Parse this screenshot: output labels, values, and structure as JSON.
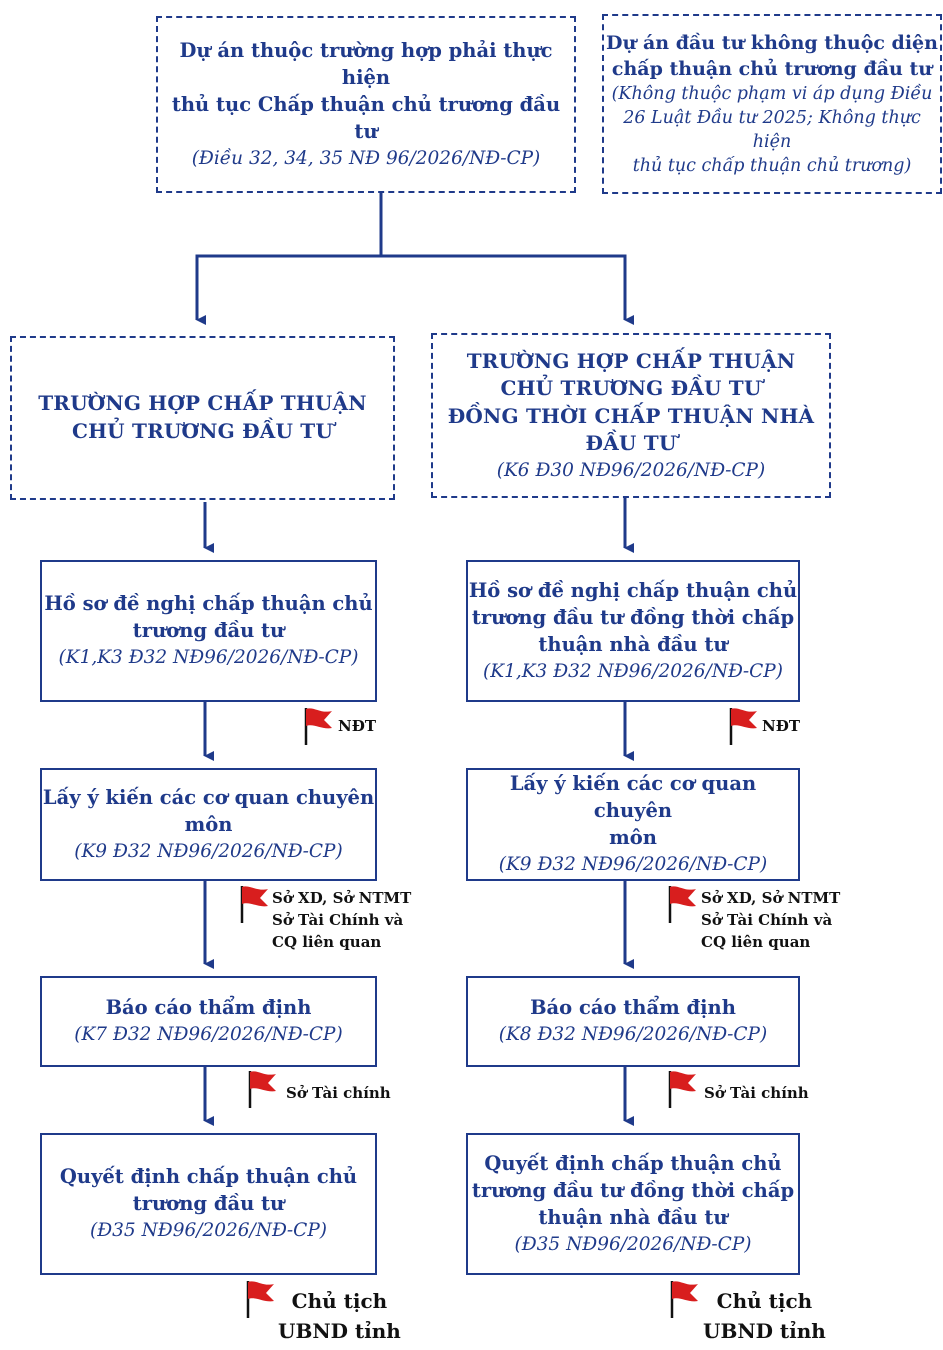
{
  "colors": {
    "primary": "#1f3a8a",
    "flag": "#d81e1e"
  },
  "top": {
    "required": {
      "title_lines": [
        "Dự án thuộc trường hợp phải thực hiện",
        "thủ tục Chấp thuận chủ trương đầu tư"
      ],
      "ref": "(Điều 32, 34, 35 NĐ 96/2026/NĐ-CP)"
    },
    "not_required": {
      "title_lines": [
        "Dự án đầu tư không thuộc diện",
        "chấp thuận chủ trương đầu tư"
      ],
      "ref_lines": [
        "(Không thuộc phạm vi áp dụng Điều",
        "26 Luật Đầu tư 2025; Không thực hiện",
        "thủ tục chấp thuận chủ trương)"
      ]
    }
  },
  "left": {
    "case": {
      "title_lines": [
        "TRƯỜNG HỢP CHẤP THUẬN",
        "CHỦ TRƯƠNG ĐẦU TƯ"
      ]
    },
    "steps": [
      {
        "title_lines": [
          "Hồ sơ đề nghị chấp thuận chủ",
          "trương đầu tư"
        ],
        "ref": "(K1,K3 Đ32 NĐ96/2026/NĐ-CP)"
      },
      {
        "title_lines": [
          "Lấy ý kiến các cơ quan chuyên",
          "môn"
        ],
        "ref": "(K9 Đ32 NĐ96/2026/NĐ-CP)"
      },
      {
        "title_lines": [
          "Báo cáo thẩm định"
        ],
        "ref": "(K7 Đ32 NĐ96/2026/NĐ-CP)"
      },
      {
        "title_lines": [
          "Quyết định chấp thuận chủ",
          "trương đầu tư"
        ],
        "ref": "(Đ35 NĐ96/2026/NĐ-CP)"
      }
    ],
    "responsible": [
      {
        "lines": [
          "NĐT"
        ]
      },
      {
        "lines": [
          "Sở XD, Sở NTMT",
          "Sở Tài Chính và",
          "CQ liên quan"
        ]
      },
      {
        "lines": [
          "Sở Tài chính"
        ]
      },
      {
        "lines": [
          "Chủ tịch",
          "UBND tỉnh"
        ]
      }
    ]
  },
  "right": {
    "case": {
      "title_lines": [
        "TRƯỜNG HỢP CHẤP THUẬN",
        "CHỦ TRƯƠNG ĐẦU TƯ",
        "ĐỒNG THỜI CHẤP THUẬN NHÀ ĐẦU TƯ"
      ],
      "ref": "(K6 Đ30 NĐ96/2026/NĐ-CP)"
    },
    "steps": [
      {
        "title_lines": [
          "Hồ sơ đề nghị chấp thuận chủ",
          "trương đầu tư đồng thời chấp",
          "thuận nhà đầu tư"
        ],
        "ref": "(K1,K3 Đ32 NĐ96/2026/NĐ-CP)"
      },
      {
        "title_lines": [
          "Lấy ý kiến các cơ quan chuyên",
          "môn"
        ],
        "ref": "(K9 Đ32 NĐ96/2026/NĐ-CP)"
      },
      {
        "title_lines": [
          "Báo cáo thẩm định"
        ],
        "ref": "(K8 Đ32 NĐ96/2026/NĐ-CP)"
      },
      {
        "title_lines": [
          "Quyết định chấp thuận chủ",
          "trương đầu tư đồng thời chấp",
          "thuận nhà đầu tư"
        ],
        "ref": "(Đ35 NĐ96/2026/NĐ-CP)"
      }
    ],
    "responsible": [
      {
        "lines": [
          "NĐT"
        ]
      },
      {
        "lines": [
          "Sở XD, Sở NTMT",
          "Sở Tài Chính và",
          "CQ liên quan"
        ]
      },
      {
        "lines": [
          "Sở Tài chính"
        ]
      },
      {
        "lines": [
          "Chủ tịch",
          "UBND tỉnh"
        ]
      }
    ]
  }
}
